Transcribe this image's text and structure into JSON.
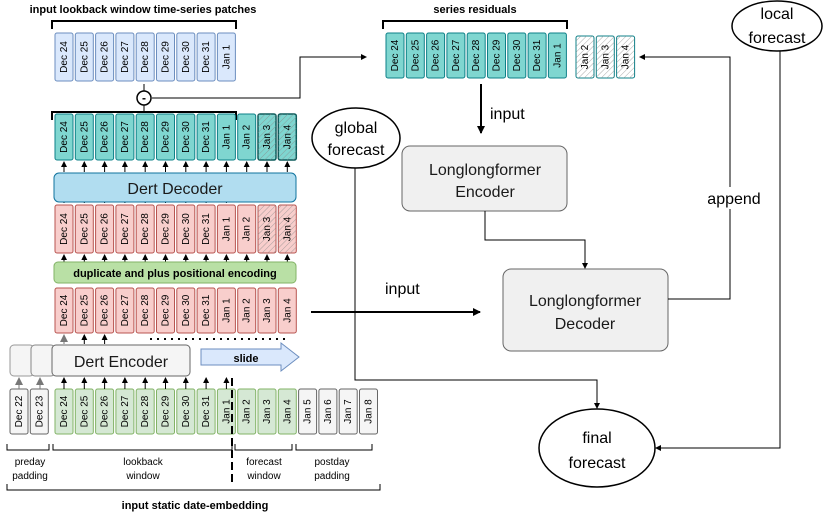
{
  "captions": {
    "top_patches": "input lookback window time-series patches",
    "residuals": "series residuals",
    "bottom": "input static date-embedding",
    "dup_pos": "duplicate and plus positional encoding",
    "slide": "slide",
    "preday": [
      "preday",
      "padding"
    ],
    "lookback": [
      "lookback",
      "window"
    ],
    "forecast_window": [
      "forecast",
      "window"
    ],
    "postday": [
      "postday",
      "padding"
    ]
  },
  "blocks": {
    "decoder": "Dert Decoder",
    "encoder": "Dert Encoder",
    "ll_encoder": [
      "Longlongformer",
      "Encoder"
    ],
    "ll_decoder": [
      "Longlongformer",
      "Decoder"
    ]
  },
  "ellipses": {
    "global": [
      "global",
      "forecast"
    ],
    "local": [
      "local",
      "forecast"
    ],
    "final": [
      "final",
      "forecast"
    ]
  },
  "edge_labels": {
    "input_top": "input",
    "input_mid": "input",
    "append": "append",
    "minus": "-"
  },
  "dates": {
    "lookback": [
      "Dec 24",
      "Dec 25",
      "Dec 26",
      "Dec 27",
      "Dec 28",
      "Dec 29",
      "Dec 30",
      "Dec 31",
      "Jan 1"
    ],
    "forecast": [
      "Jan 2",
      "Jan 3",
      "Jan 4"
    ],
    "preday": [
      "Dec 22",
      "Dec 23"
    ],
    "postday": [
      "Jan 5",
      "Jan 6",
      "Jan 7",
      "Jan 8"
    ]
  },
  "colors": {
    "blue_patch": "#dae8fc",
    "teal_patch": "#7fd6d0",
    "red_patch": "#f8cecc",
    "green_patch": "#d5e8d4",
    "grey_patch": "#f5f5f5",
    "decoder_fill": "#b1ddf0",
    "green_bar": "#b9e0a5",
    "block_fill": "#f0f0f0"
  }
}
